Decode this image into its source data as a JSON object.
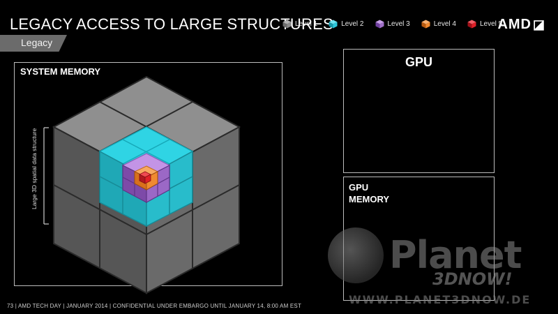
{
  "slide": {
    "title": "LEGACY ACCESS TO LARGE STRUCTURES",
    "section_tab": "Legacy",
    "logo_text": "AMD",
    "logo_mark": "◪"
  },
  "legend": [
    {
      "label": "Level 1",
      "color": "#8c8c8c"
    },
    {
      "label": "Level 2",
      "color": "#2ec8dc"
    },
    {
      "label": "Level 3",
      "color": "#a070c8"
    },
    {
      "label": "Level 4",
      "color": "#f08a30"
    },
    {
      "label": "Level 5",
      "color": "#e02028"
    }
  ],
  "system_memory": {
    "label": "SYSTEM MEMORY",
    "axis_label": "Large 3D spatial data structure"
  },
  "gpu": {
    "label": "GPU"
  },
  "gpu_memory": {
    "label": "GPU\nMEMORY"
  },
  "watermark": {
    "brand": "Planet",
    "brand_sub": "3DNOW!",
    "url": "WWW.PLANET3DNOW.DE"
  },
  "footer": "73   |   AMD TECH DAY   |   JANUARY 2014   |   CONFIDENTIAL UNDER EMBARGO UNTIL JANUARY 14, 8:00 AM EST"
}
